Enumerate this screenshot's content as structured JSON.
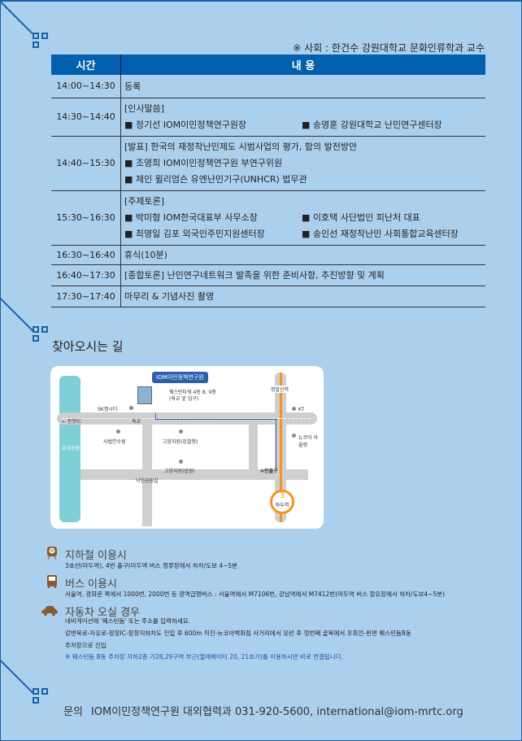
{
  "moderator_note": "※ 사회 : 한건수 강원대학교 문화인류학과 교수",
  "table": {
    "headers": [
      "시간",
      "내 용"
    ],
    "rows": [
      {
        "time": "14:00~14:30",
        "lines": [
          "등록"
        ]
      },
      {
        "time": "14:30~14:40",
        "title": "[인사말씀]",
        "pairs": [
          [
            "■ 정기선 IOM이민정책연구원장",
            "■ 송영훈 강원대학교 난민연구센터장"
          ]
        ]
      },
      {
        "time": "14:40~15:30",
        "title": "[발표] 한국의 재정착난민제도 시범사업의 평가, 함의 발전방안",
        "lines": [
          "■ 조영희 IOM이민정책연구원 부연구위원",
          "■ 제인 윌리엄슨 유엔난민기구(UNHCR) 법무관"
        ]
      },
      {
        "time": "15:30~16:30",
        "title": "[주제토론]",
        "pairs": [
          [
            "■ 박미형 IOM한국대표부 사무소장",
            "■ 이호택 사단법인 피난처 대표"
          ],
          [
            "■ 최영일 김포 외국인주민지원센터장",
            "■ 송인선 재정착난민 사회통합교육센터장"
          ]
        ]
      },
      {
        "time": "16:30~16:40",
        "lines": [
          "휴식(10분)"
        ]
      },
      {
        "time": "16:40~17:30",
        "lines": [
          "[종합토론] 난민연구네트워크 발족을 위한 준비사항, 추진방향 및 계획"
        ]
      },
      {
        "time": "17:30~17:40",
        "lines": [
          "마무리 & 기념사진 촬영"
        ]
      }
    ]
  },
  "directions_title": "찾아오시는 길",
  "map": {
    "institute": "IOM이민정책연구원",
    "building": "웨스턴타워 4동 8, 9층",
    "entrance": "(육교 앞 입구)",
    "labels": [
      "SK엠시티",
      "← 장항IC",
      "육교",
      "사법연수원",
      "고양지원(검찰청)",
      "고양지원(법원)",
      "낙민공원길",
      "호수공원",
      "정발산역",
      "KT",
      "뉴코아 아울렛",
      "④번출구"
    ],
    "line_no": "3",
    "station": "마두역"
  },
  "transport": [
    {
      "icon": "subway-icon",
      "title": "지하철 이용시",
      "lines": [
        "3호선(마두역), 4번 출구(마두역 버스 정류장에서 하차/도보 4~5분"
      ]
    },
    {
      "icon": "bus-icon",
      "title": "버스 이용시",
      "lines": [
        "서울역, 광화문 쪽에서 1000번, 2000번 등 광역급행버스 : 서울역에서 M7106번, 강남역에서 M7412번(마두역 버스 정유장에서 하차/도보4~5분)"
      ]
    },
    {
      "icon": "car-icon",
      "title": "자동차 오실 경우",
      "lines": [
        "네비게이션에 '웨스턴돔' 또는 주소를 입력하세요.",
        "강변북로-자유로-장항IC-장항지하차도 진입 후 600m 직진-뉴코아백화점 사거리에서 유턴 후 첫번째 골목에서 우회전-왼편 웨스턴돔B동",
        "주차장으로 진입"
      ],
      "note": "※ 웨스턴돔 B동 주차장 지하2층 기28,29구역 부근(엘레베이터 20, 21호기)를 이용하시면 바로 연결됩니다."
    }
  ],
  "footer": {
    "label": "문의",
    "text": "IOM이민정책연구원 대외협력과 031-920-5600, international@iom-mrtc.org"
  },
  "colors": {
    "bg": "#abd0ee",
    "accent": "#0060ad",
    "orange": "#f7941d",
    "brown": "#8a5a2b"
  }
}
